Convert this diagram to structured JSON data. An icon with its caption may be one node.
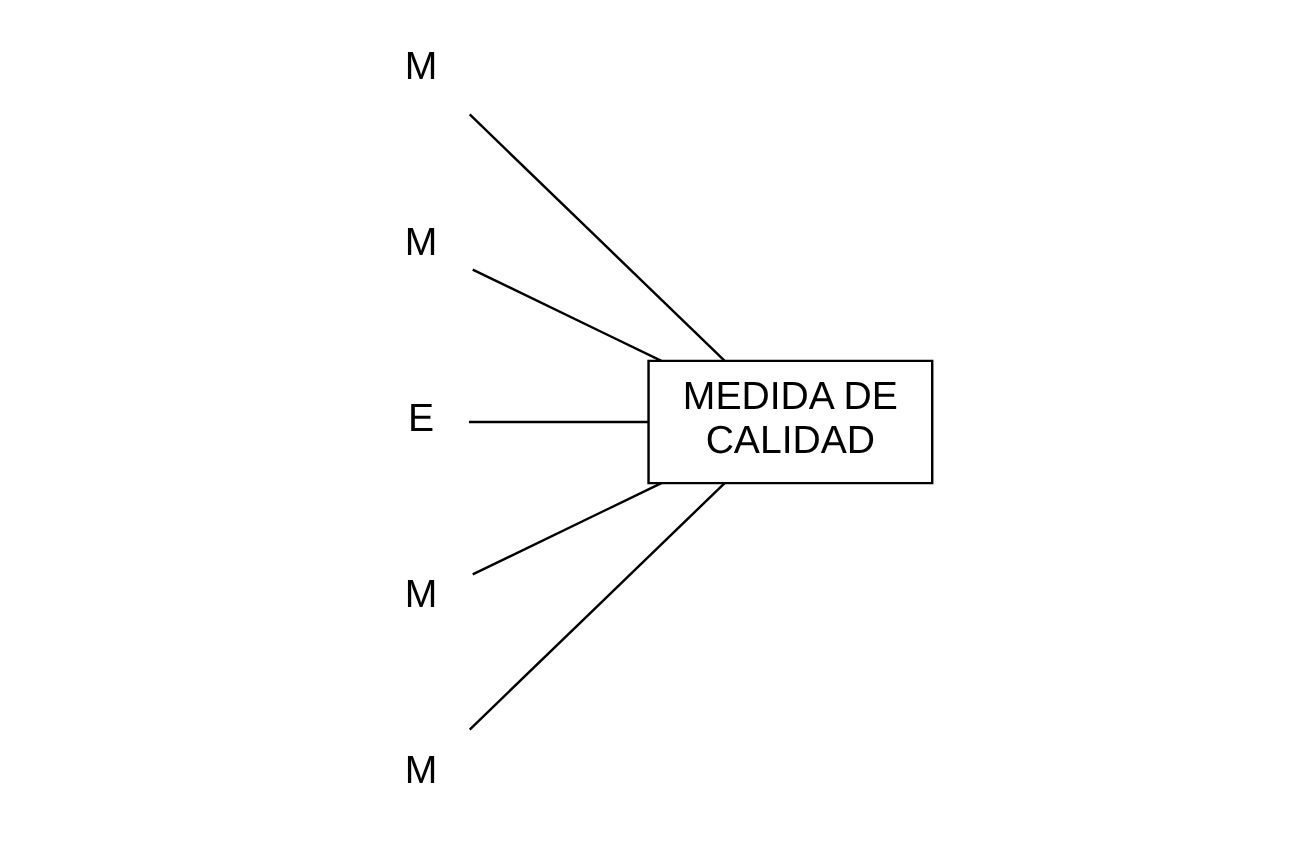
{
  "diagram": {
    "nodes": [
      {
        "text": [
          "M"
        ]
      },
      {
        "text": [
          "M"
        ]
      },
      {
        "text": [
          "E"
        ]
      },
      {
        "text": [
          "MEDIDA DE CALIDAD"
        ]
      },
      {
        "text": [
          "M"
        ]
      },
      {
        "text": [
          "M"
        ]
      }
    ],
    "edges": [
      {
        "from": 0,
        "to": 3,
        "arrow": "none"
      },
      {
        "from": 1,
        "to": 3,
        "arrow": "none"
      },
      {
        "from": 2,
        "to": 3,
        "arrow": "none"
      },
      {
        "from": 4,
        "to": 3,
        "arrow": "none"
      },
      {
        "from": 5,
        "to": 3,
        "arrow": "none"
      }
    ]
  }
}
